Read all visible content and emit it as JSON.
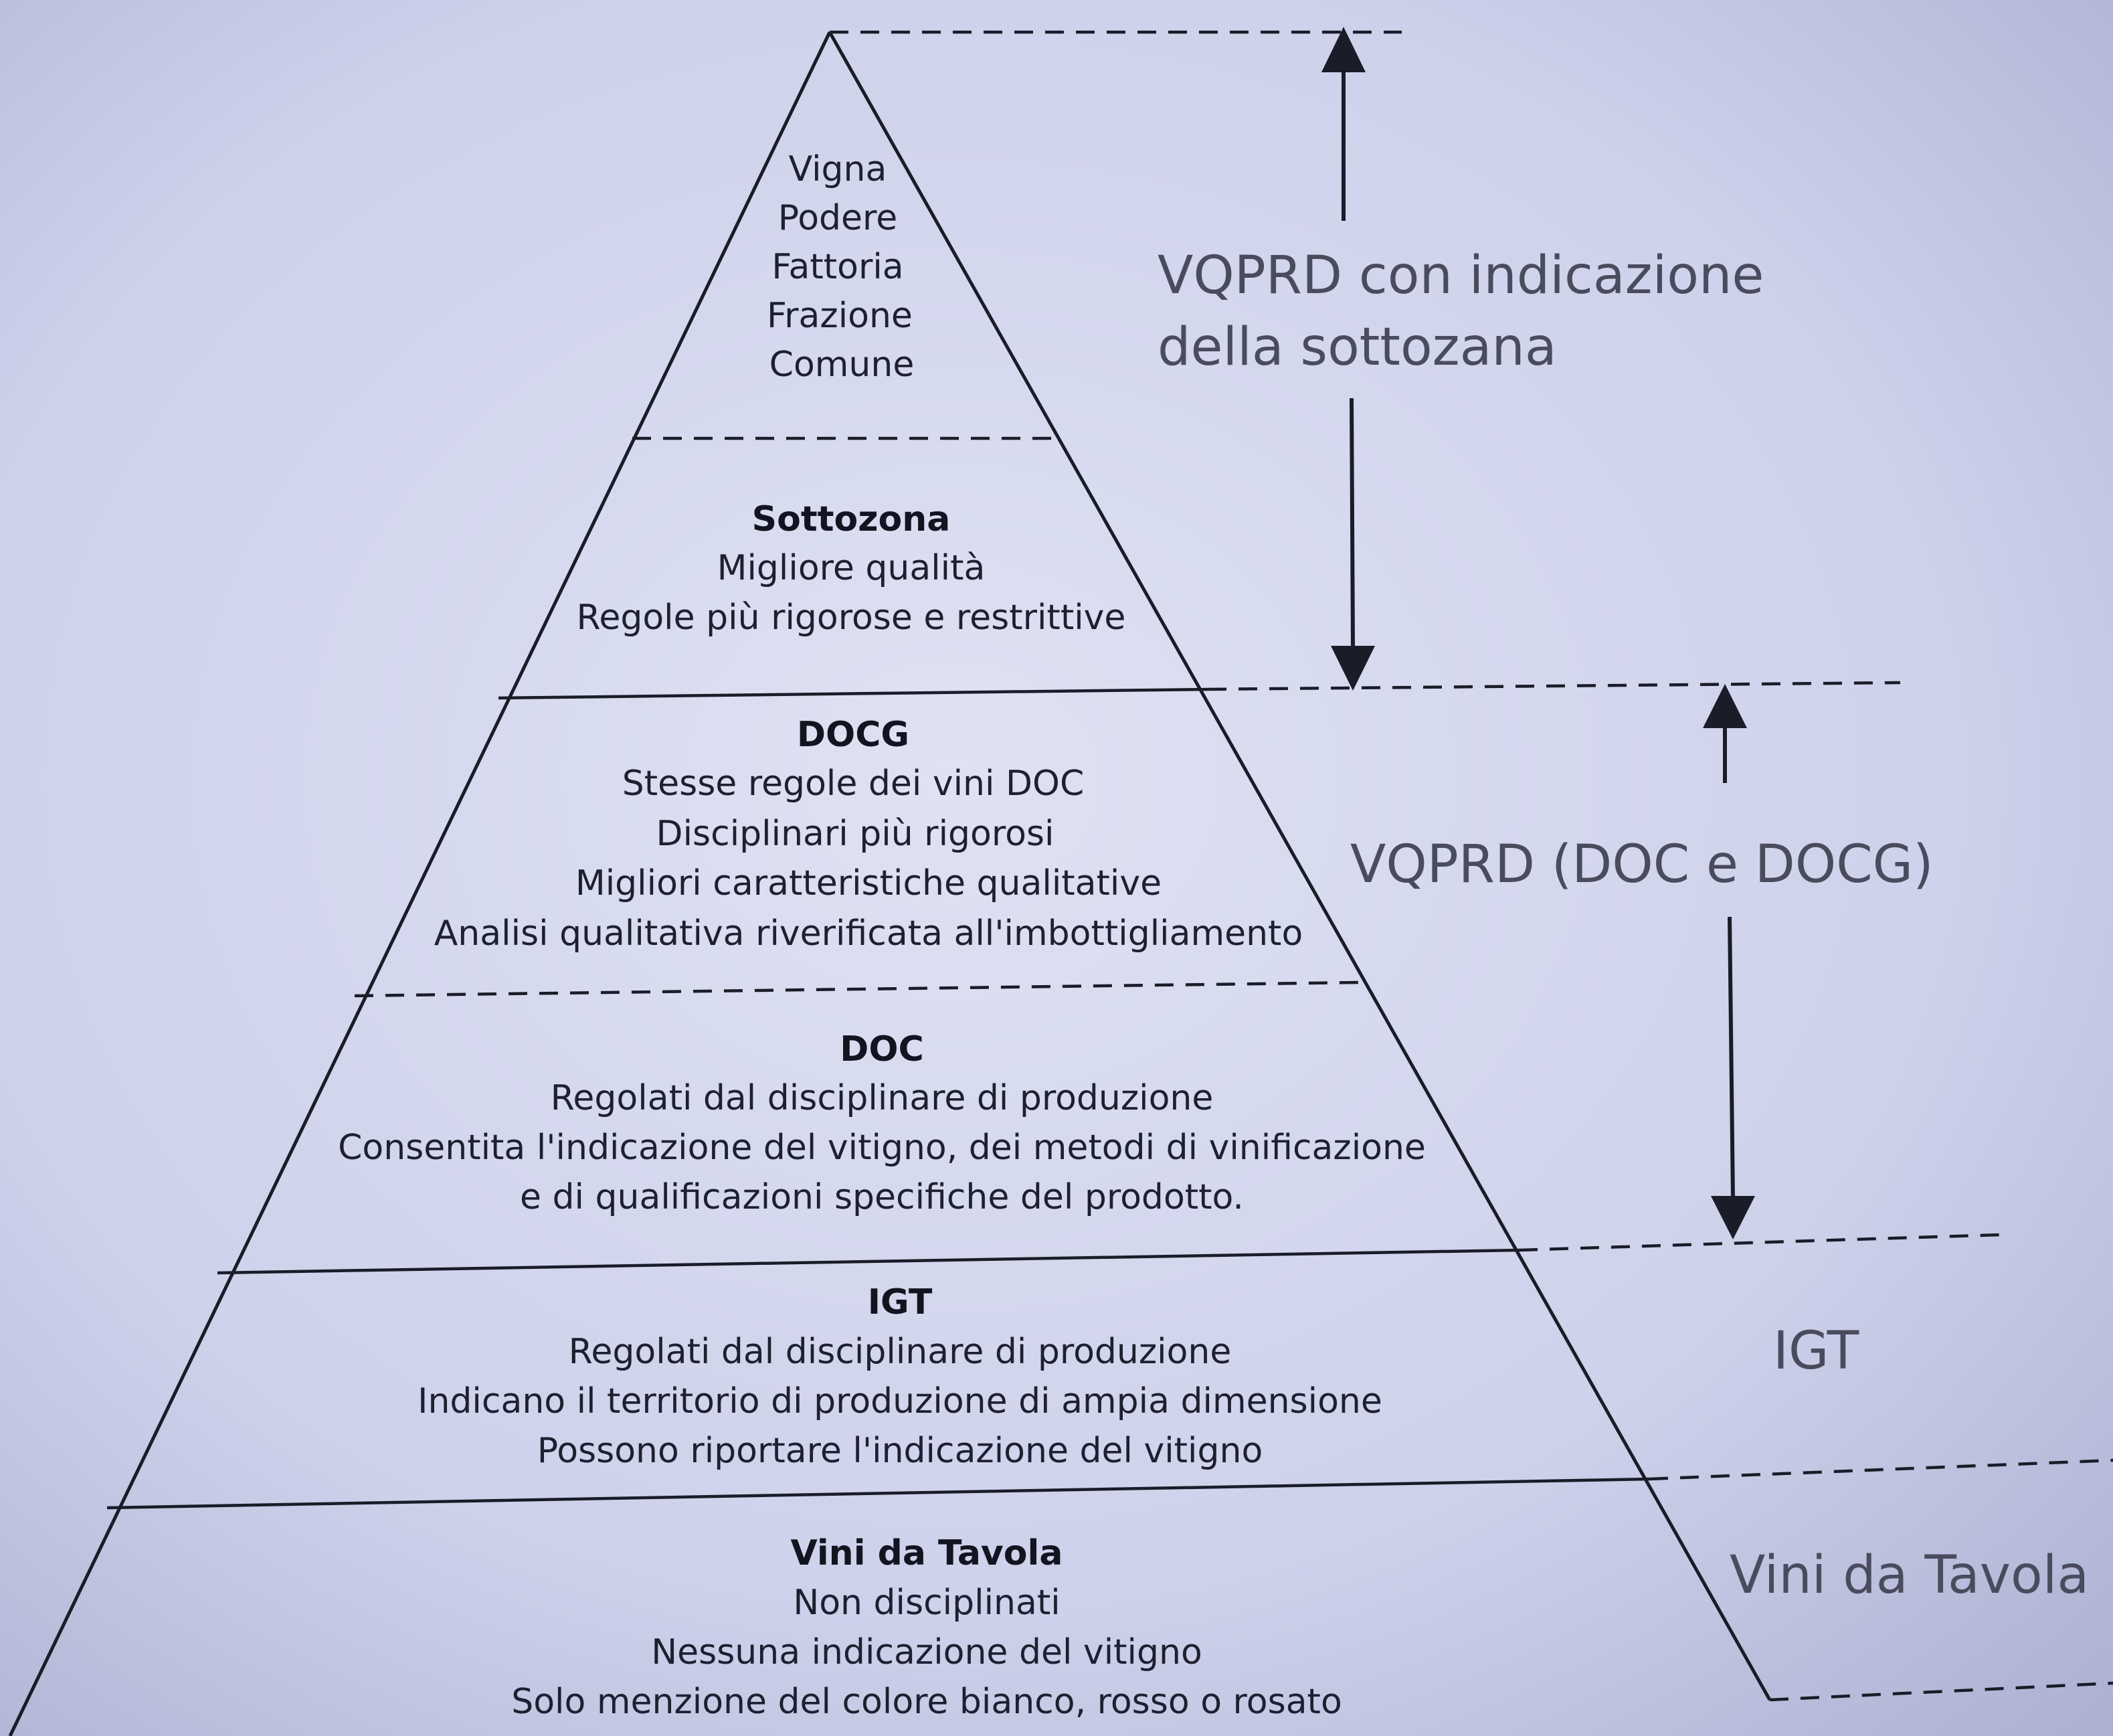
{
  "pyramid": {
    "top_tier": {
      "lines": [
        "Vigna",
        "Podere",
        "Fattoria",
        "Frazione",
        "Comune"
      ]
    },
    "sottozona": {
      "title": "Sottozona",
      "lines": [
        "Migliore qualità",
        "Regole più rigorose e restrittive"
      ]
    },
    "docg": {
      "title": "DOCG",
      "lines": [
        "Stesse regole dei vini DOC",
        "Disciplinari più rigorosi",
        "Migliori caratteristiche qualitative",
        "Analisi qualitativa riverificata all'imbottigliamento"
      ]
    },
    "doc": {
      "title": "DOC",
      "lines": [
        "Regolati dal disciplinare di produzione",
        "Consentita l'indicazione del vitigno, dei metodi di vinificazione",
        "e di qualificazioni specifiche del prodotto."
      ]
    },
    "igt": {
      "title": "IGT",
      "lines": [
        "Regolati dal disciplinare di produzione",
        "Indicano il territorio di produzione di ampia dimensione",
        "Possono riportare l'indicazione del vitigno"
      ]
    },
    "vini_tavola": {
      "title": "Vini da Tavola",
      "lines": [
        "Non disciplinati",
        "Nessuna indicazione del vitigno",
        "Solo menzione del colore bianco, rosso o rosato"
      ]
    }
  },
  "side_labels": {
    "vqprd_sottozona": [
      "VQPRD con indicazione",
      "della sottozana"
    ],
    "vqprd_doc_docg": "VQPRD (DOC e DOCG)",
    "igt": "IGT",
    "vini_tavola": "Vini da Tavola"
  }
}
